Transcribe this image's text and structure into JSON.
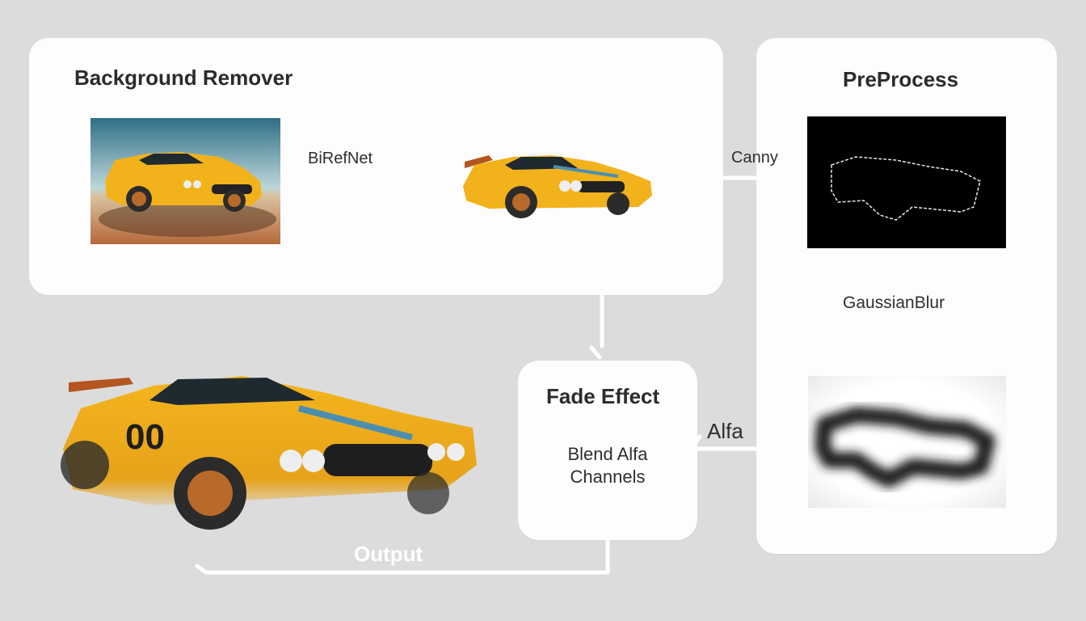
{
  "colors": {
    "background": "#dcdcdc",
    "panel": "#fdfdfd",
    "connector": "#ffffff",
    "car_yellow": "#f2b21c",
    "canvas_black": "#000000"
  },
  "background_remover": {
    "title": "Background Remover",
    "model_label": "BiRefNet",
    "input_image": "yellow-race-car-desert-photo",
    "output_image": "yellow-race-car-cutout"
  },
  "preprocess": {
    "title": "PreProcess",
    "canny_label": "Canny",
    "canny_image": "canny-edge-outline",
    "blur_label": "GaussianBlur",
    "blur_image": "blurred-car-mask"
  },
  "fade_effect": {
    "title": "Fade Effect",
    "description": "Blend Alfa Channels",
    "alfa_label": "Alfa"
  },
  "output": {
    "label": "Output",
    "image": "faded-yellow-race-car"
  }
}
